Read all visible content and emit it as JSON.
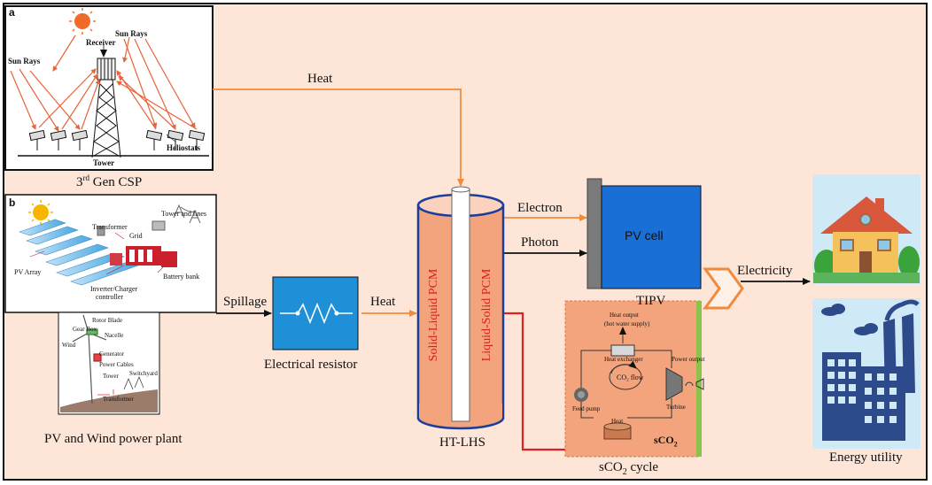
{
  "panel_a": {
    "letter": "a",
    "sun_rays_left": "Sun Rays",
    "sun_rays_right": "Sun Rays",
    "receiver": "Receiver",
    "tower": "Tower",
    "heliostats": "Heliostats",
    "caption_base": "3",
    "caption_sup": "rd",
    "caption_rest": " Gen CSP"
  },
  "panel_b": {
    "letter": "b",
    "transformer": "Transformer",
    "tower_lines": "Tower and lines",
    "grid": "Grid",
    "pv_array": "PV Array",
    "battery_bank": "Battery bank",
    "inverter": "Inverter/Charger",
    "controller": "controller"
  },
  "wind": {
    "rotor_blade": "Rotor Blade",
    "gear_box": "Gear Box",
    "nacelle": "Nacelle",
    "wind": "Wind",
    "generator": "Generator",
    "power_cables": "Power Cables",
    "tower": "Tower",
    "switchyard": "Switchyard",
    "transformer": "Transformer"
  },
  "pv_wind_caption": "PV and Wind power plant",
  "arrows": {
    "heat_top": "Heat",
    "spillage": "Spillage",
    "heat_mid": "Heat",
    "electron": "Electron",
    "photon": "Photon",
    "electricity": "Electricity"
  },
  "resistor_caption": "Electrical resistor",
  "tank": {
    "left_label": "Solid-Liquid PCM",
    "right_label": "Liquid-Solid PCM",
    "caption": "HT-LHS"
  },
  "pv_cell": {
    "label": "PV cell",
    "caption": "TIPV"
  },
  "sco2": {
    "heat_output": "Heat output",
    "hot_water": "(hot water supply)",
    "heat_exchanger": "Heat exchanger",
    "co2_flow": "CO₂ flow",
    "power_output": "Power output",
    "feed_pump": "Feed pump",
    "turbine": "Turbine",
    "heat": "Heat",
    "corner_base": "sCO",
    "corner_sub": "2",
    "caption_base": "sCO",
    "caption_sub": "2",
    "caption_rest": " cycle"
  },
  "energy_caption": "Energy utility",
  "colors": {
    "background": "#fde6d8",
    "orange_arrow": "#f08a3c",
    "red_arrow": "#e02020",
    "pv_blue": "#1a6fd6",
    "resistor_blue": "#1f8fd8",
    "tank_fill": "#f4a47c",
    "factory_blue": "#2d4a8a"
  }
}
